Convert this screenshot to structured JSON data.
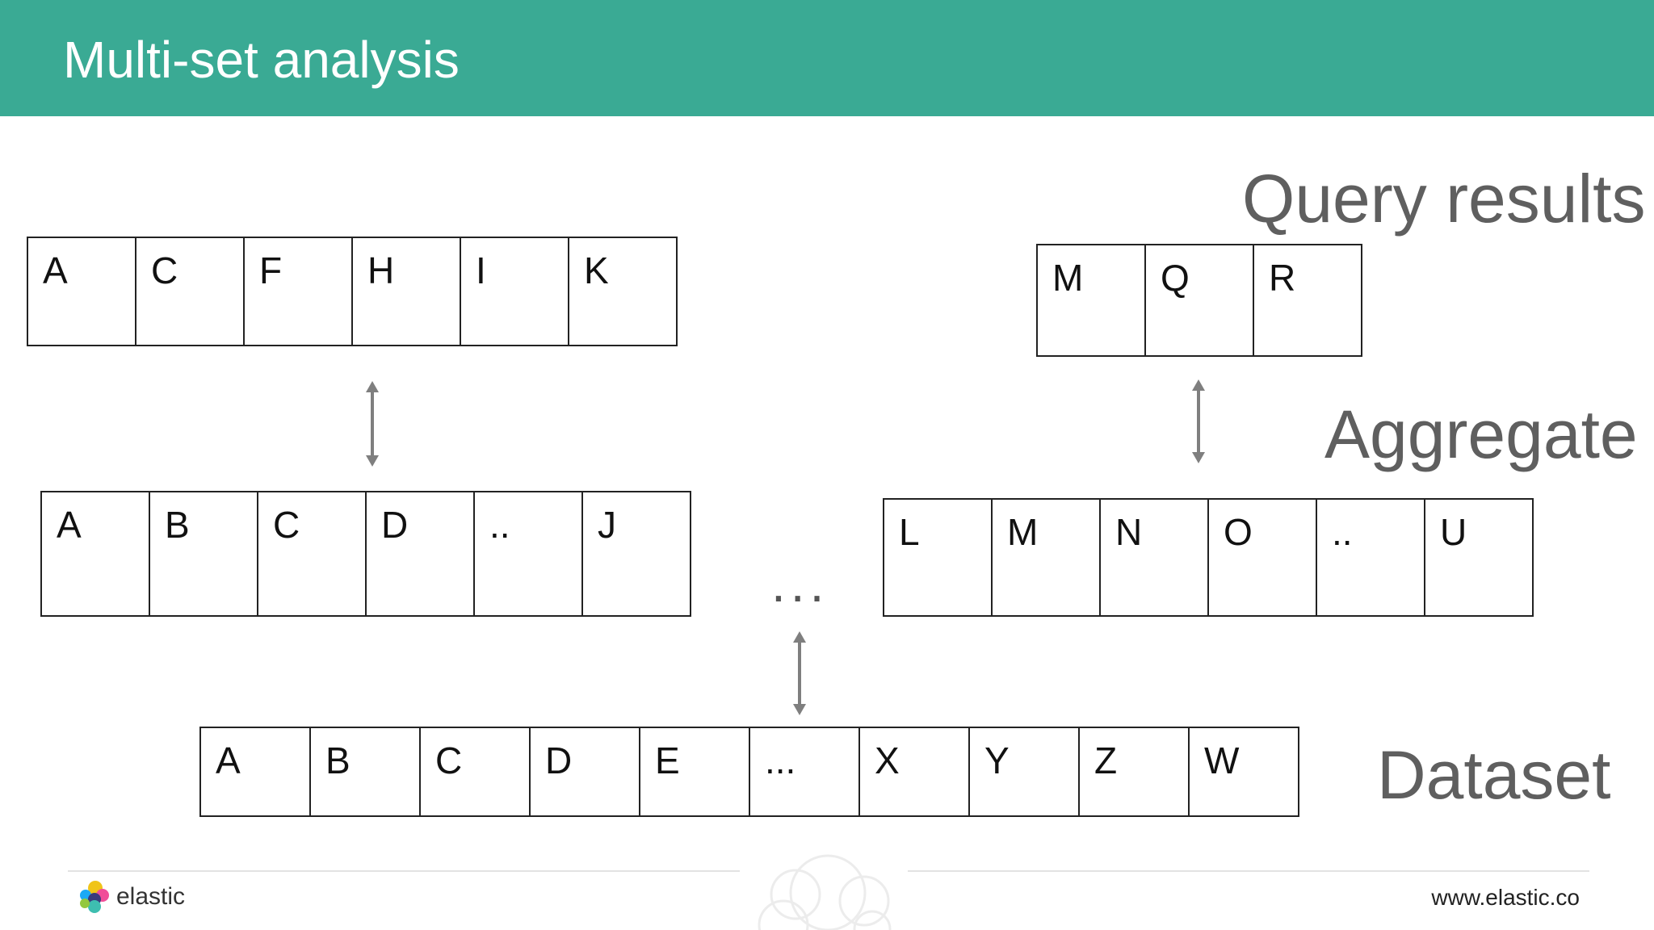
{
  "header": {
    "title": "Multi-set analysis"
  },
  "rows": {
    "query": [
      "M",
      "Q",
      "R"
    ],
    "left_top": [
      "A",
      "C",
      "F",
      "H",
      "I",
      "K"
    ],
    "left_mid": [
      "A",
      "B",
      "C",
      "D",
      "..",
      "J"
    ],
    "right_mid": [
      "L",
      "M",
      "N",
      "O",
      "..",
      "U"
    ],
    "dataset": [
      "A",
      "B",
      "C",
      "D",
      "E",
      "...",
      "X",
      "Y",
      "Z",
      "W"
    ]
  },
  "labels": {
    "query_results": "Query results",
    "aggregate": "Aggregate",
    "dataset": "Dataset",
    "ellipsis": "..."
  },
  "footer": {
    "brand": "elastic",
    "url": "www.elastic.co"
  },
  "colors": {
    "header_bg": "#3aaa94",
    "arrow": "#7f7f7f"
  }
}
